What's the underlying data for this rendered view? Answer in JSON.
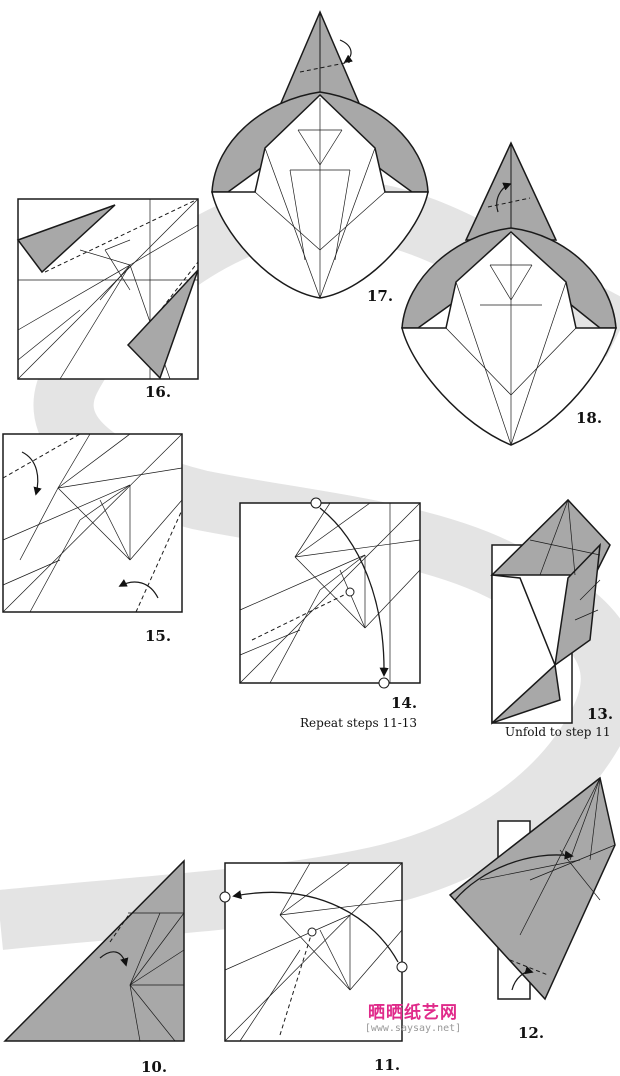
{
  "steps": [
    {
      "num": "10."
    },
    {
      "num": "11."
    },
    {
      "num": "12."
    },
    {
      "num": "13.",
      "note": "Unfold to step 11"
    },
    {
      "num": "14.",
      "note": "Repeat steps 11-13"
    },
    {
      "num": "15."
    },
    {
      "num": "16."
    },
    {
      "num": "17."
    },
    {
      "num": "18."
    }
  ],
  "watermark": {
    "title": "晒晒纸艺网",
    "url": "[www.saysay.net]"
  },
  "colors": {
    "paper": "#ffffff",
    "paper_back": "#a8a8a8",
    "path_band": "#e4e4e4",
    "line": "#1a1a1a",
    "watermark": "#e02a8a"
  }
}
